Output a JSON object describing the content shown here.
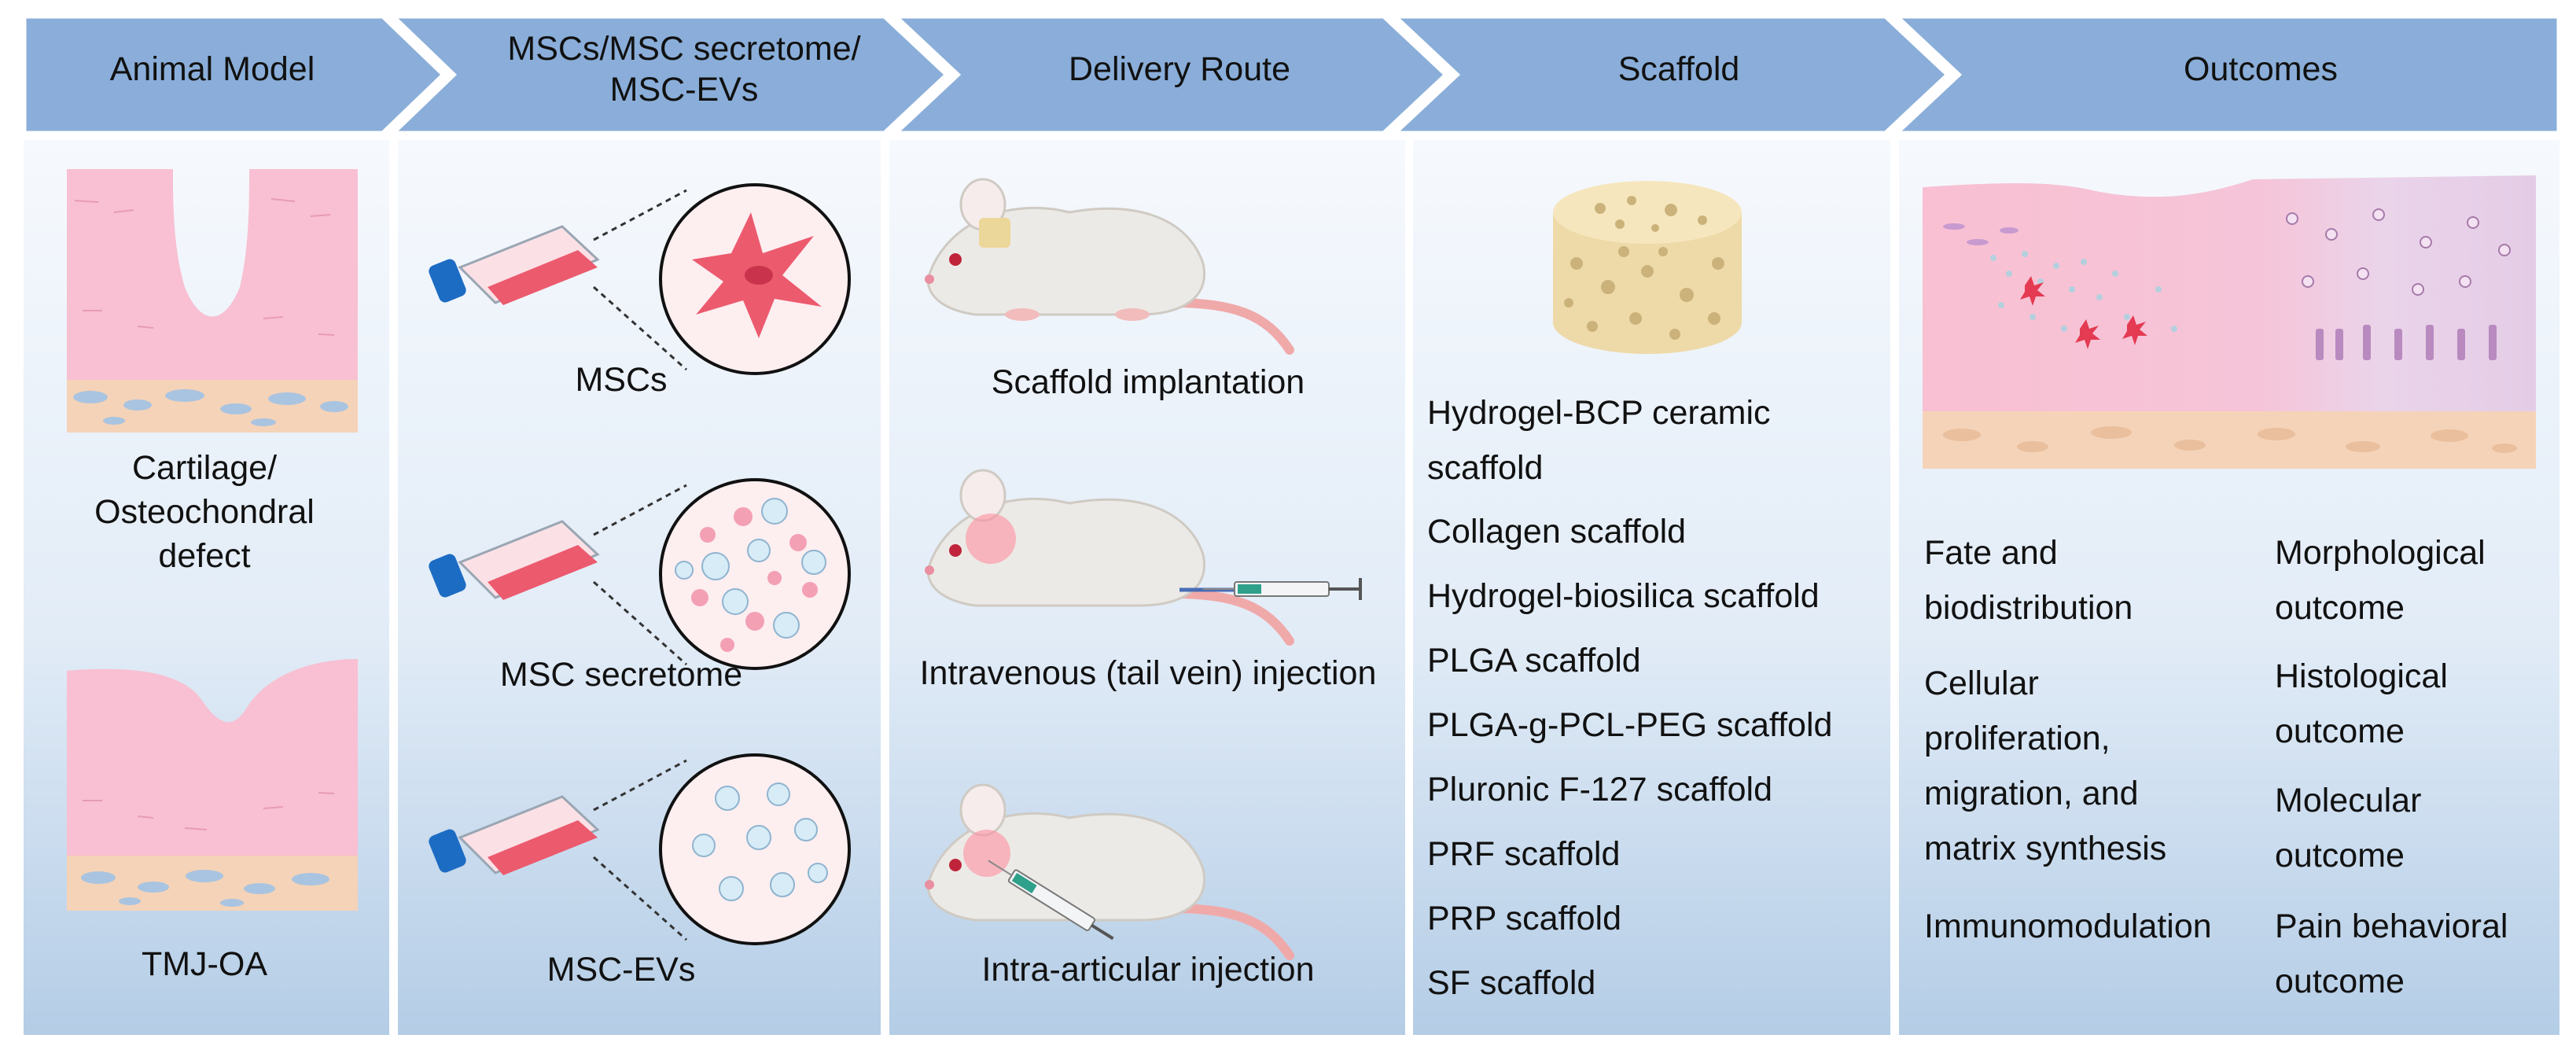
{
  "headers": [
    "Animal Model",
    "MSCs/MSC secretome/ MSC-EVs",
    "Delivery Route",
    "Scaffold",
    "Outcomes"
  ],
  "animal_model": {
    "defect_label": "Cartilage/ Osteochondral defect",
    "tmj_label": "TMJ-OA"
  },
  "mscs": {
    "items": [
      "MSCs",
      "MSC secretome",
      "MSC-EVs"
    ]
  },
  "delivery": {
    "items": [
      "Scaffold implantation",
      "Intravenous (tail vein) injection",
      "Intra-articular injection"
    ]
  },
  "scaffold": {
    "items": [
      "Hydrogel-BCP ceramic scaffold",
      "Collagen scaffold",
      "Hydrogel-biosilica scaffold",
      "PLGA scaffold",
      "PLGA-g-PCL-PEG scaffold",
      "Pluronic F-127 scaffold",
      "PRF scaffold",
      "PRP scaffold",
      "SF scaffold"
    ]
  },
  "outcomes": {
    "left": [
      "Fate and biodistribution",
      "Cellular proliferation, migration, and matrix synthesis",
      "Immunomodulation"
    ],
    "right": [
      "Morphological outcome",
      "Histological outcome",
      "Molecular outcome",
      "Pain behavioral outcome"
    ]
  },
  "colors": {
    "header_fill": "#8aaed9",
    "panel_top": "#f6f9fd",
    "panel_bottom": "#b4cde6",
    "cartilage_pink": "#f8c0d2",
    "bone_peach": "#f5d3b8",
    "cell_red": "#ec5a6e",
    "flask_cap_blue": "#1d6cc4",
    "mouse_white": "#eceae6",
    "tail_pink": "#f0a9a9",
    "scaffold_tan": "#eed9a8"
  },
  "icons": [
    "culture-flask-icon",
    "stem-cell-icon",
    "vesicle-icon",
    "mouse-icon",
    "syringe-icon",
    "porous-scaffold-icon",
    "tissue-section-icon"
  ]
}
